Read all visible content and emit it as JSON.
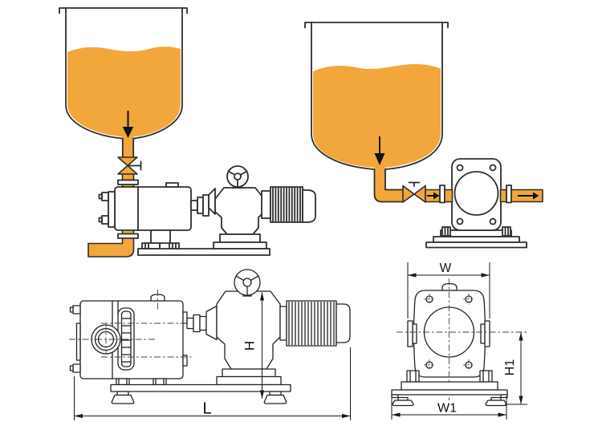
{
  "diagram": {
    "colors": {
      "liquid": "#F1A73C",
      "outline": "#2E2E2E",
      "dimension": "#1A1A1A",
      "background": "#FFFFFF"
    },
    "labels": {
      "length": "L",
      "height": "H",
      "width": "W",
      "base_width": "W1",
      "axis_height": "H1"
    }
  }
}
